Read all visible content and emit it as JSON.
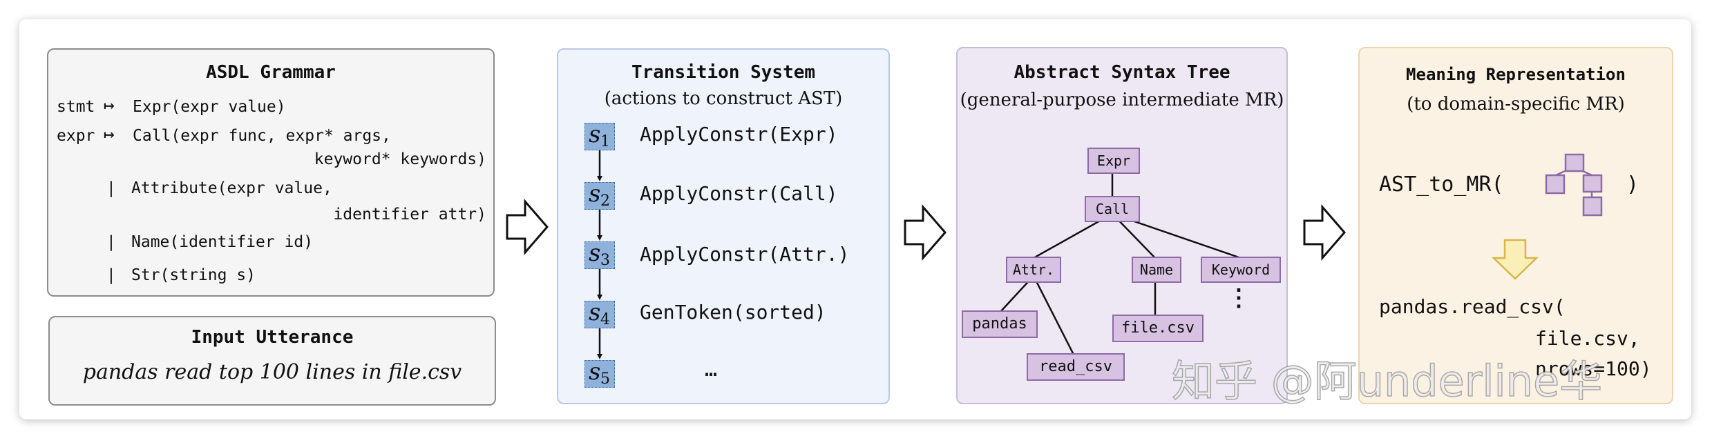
{
  "grammar": {
    "title": "ASDL Grammar",
    "lines": [
      {
        "lhs": "stmt",
        "arrow": "↦",
        "rhs": "Expr(expr value)"
      },
      {
        "lhs": "expr",
        "arrow": "↦",
        "rhs": "Call(expr func, expr* args,"
      },
      {
        "rhs": "keyword* keywords)"
      },
      {
        "bar": "|",
        "rhs": "Attribute(expr value,"
      },
      {
        "rhs": "identifier attr)"
      },
      {
        "bar": "|",
        "rhs": "Name(identifier id)"
      },
      {
        "bar": "|",
        "rhs": "Str(string s)"
      }
    ]
  },
  "utterance": {
    "title": "Input Utterance",
    "text": "pandas read top 100 lines in file.csv"
  },
  "transition": {
    "title": "Transition System",
    "subtitle": "(actions to construct AST)",
    "steps": [
      {
        "state": "s",
        "sub": "1",
        "action": "ApplyConstr(Expr)"
      },
      {
        "state": "s",
        "sub": "2",
        "action": "ApplyConstr(Call)"
      },
      {
        "state": "s",
        "sub": "3",
        "action": "ApplyConstr(Attr.)"
      },
      {
        "state": "s",
        "sub": "4",
        "action": "GenToken(sorted)"
      },
      {
        "state": "s",
        "sub": "5",
        "action": "…"
      }
    ]
  },
  "ast": {
    "title": "Abstract Syntax Tree",
    "subtitle": "(general-purpose intermediate MR)",
    "nodes": {
      "expr": "Expr",
      "call": "Call",
      "attr": "Attr.",
      "name": "Name",
      "keyword": "Keyword",
      "pandas": "pandas",
      "read_csv": "read_csv",
      "file_csv": "file.csv"
    },
    "ellipsis": "⋮"
  },
  "mr": {
    "title": "Meaning Representation",
    "subtitle": "(to domain-specific MR)",
    "func_open": "AST_to_MR(",
    "func_close": ")",
    "code_lines": [
      "pandas.read_csv(",
      "file.csv,",
      "nrows=100)"
    ]
  },
  "watermark": "知乎 @阿underline华",
  "colors": {
    "grammar_bg": "#f5f5f5",
    "grammar_border": "#8c8c8c",
    "transition_bg": "#eef3fc",
    "transition_border": "#b9c9e4",
    "state_fill": "#8fb2dc",
    "ast_bg": "#ede8f4",
    "ast_border": "#c6bdd6",
    "node_fill": "#d7c2e2",
    "node_border": "#8c6ba6",
    "mr_bg": "#fcf2e3",
    "mr_border": "#ecd4ae",
    "down_arrow_fill": "#fbefb8",
    "down_arrow_stroke": "#d8b54a"
  }
}
